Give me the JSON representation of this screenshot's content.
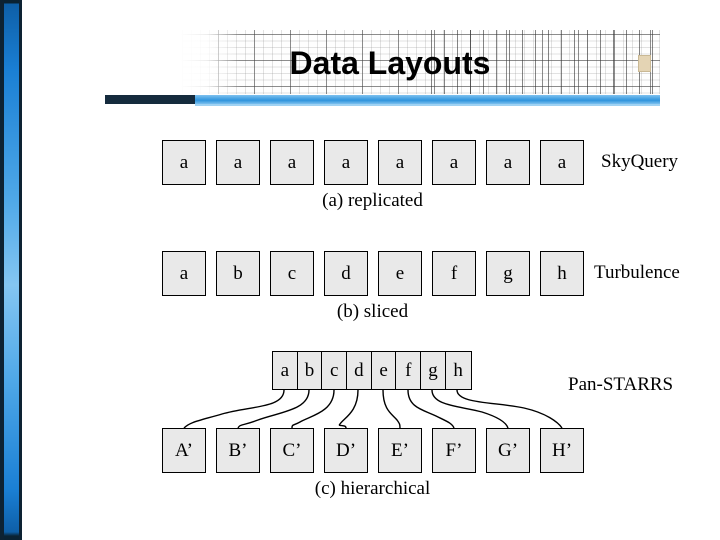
{
  "slide": {
    "title": "Data Layouts",
    "accent_dark": "#152b3d",
    "accent_blue": "#2f94dd",
    "box_fill": "#e9e9e9",
    "box_border": "#000000"
  },
  "layouts": [
    {
      "id": "replicated",
      "caption": "(a) replicated",
      "side_label": "SkyQuery",
      "boxes": [
        "a",
        "a",
        "a",
        "a",
        "a",
        "a",
        "a",
        "a"
      ]
    },
    {
      "id": "sliced",
      "caption": "(b) sliced",
      "side_label": "Turbulence",
      "boxes": [
        "a",
        "b",
        "c",
        "d",
        "e",
        "f",
        "g",
        "h"
      ]
    },
    {
      "id": "hierarchical",
      "caption": "(c) hierarchical",
      "side_label": "Pan-STARRS",
      "top_cells": [
        "a",
        "b",
        "c",
        "d",
        "e",
        "f",
        "g",
        "h"
      ],
      "boxes": [
        "A’",
        "B’",
        "C’",
        "D’",
        "E’",
        "F’",
        "G’",
        "H’"
      ]
    }
  ]
}
